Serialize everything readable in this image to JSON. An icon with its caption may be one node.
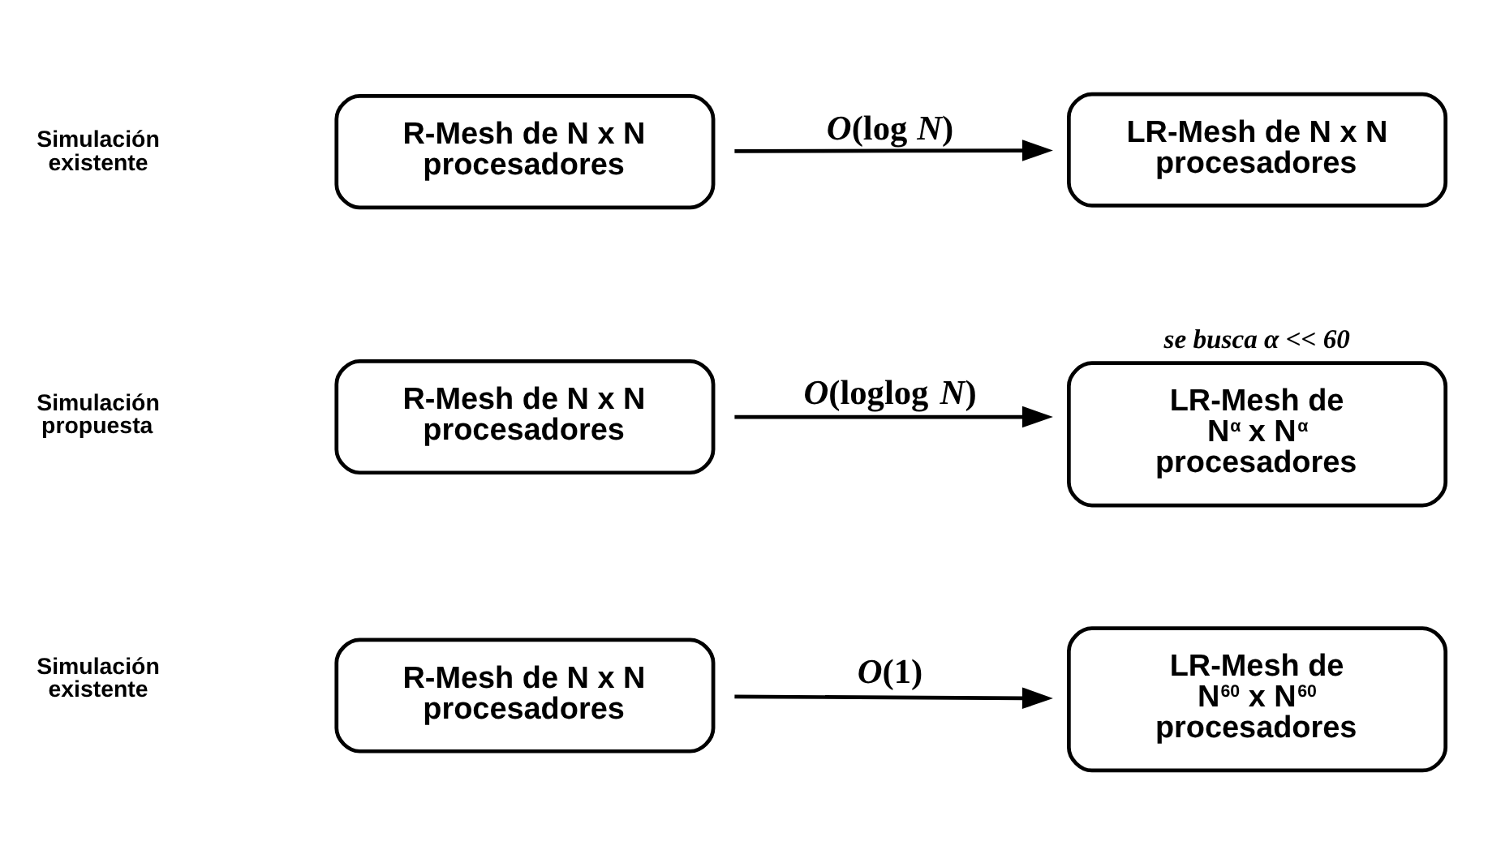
{
  "diagram": {
    "nodes": [
      {
        "text": [
          "R-Mesh de N x N procesadores"
        ]
      },
      {
        "text": [
          "LR-Mesh de N x N procesadores"
        ]
      },
      {
        "text": [
          "R-Mesh de N x N procesadores"
        ]
      },
      {
        "text": [
          "LR-Mesh de N$^{α}$ x N$^{α}$ procesadores"
        ],
        "beside": [
          "se busca α << 60"
        ]
      },
      {
        "text": [
          "R-Mesh de N x N procesadores"
        ]
      },
      {
        "text": [
          "LR-Mesh de N$^{60}$ x N$^{60}$ procesadores"
        ]
      }
    ],
    "edges": [
      {
        "from": 0,
        "to": 1,
        "arrow": "to",
        "label": "*O*(log *N*)"
      },
      {
        "from": 2,
        "to": 3,
        "arrow": "to",
        "label": "*O*(loglog *N*)"
      },
      {
        "from": 4,
        "to": 5,
        "arrow": "to",
        "label": "*O*(1)"
      }
    ],
    "labels": [
      "Simulación existente",
      "Simulación propuesta",
      "Simulación existente"
    ]
  }
}
